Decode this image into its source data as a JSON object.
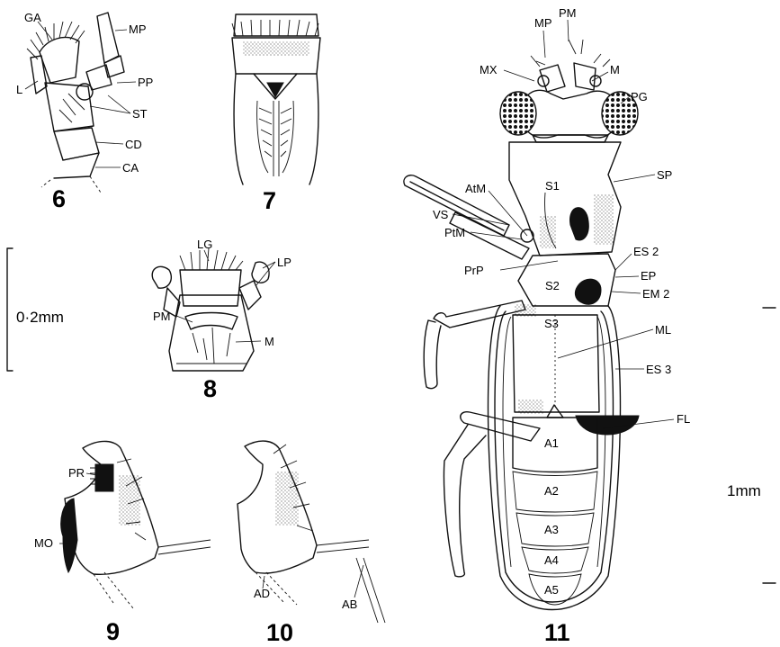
{
  "figures": [
    {
      "number": "6",
      "labels": [
        "GA",
        "MP",
        "L",
        "PP",
        "ST",
        "CD",
        "CA"
      ]
    },
    {
      "number": "7",
      "labels": []
    },
    {
      "number": "8",
      "labels": [
        "LG",
        "LP",
        "PM",
        "M"
      ]
    },
    {
      "number": "9",
      "labels": [
        "PR",
        "MO"
      ]
    },
    {
      "number": "10",
      "labels": [
        "AD",
        "AB"
      ]
    },
    {
      "number": "11",
      "labels": [
        "MP",
        "PM",
        "MX",
        "M",
        "PG",
        "AtM",
        "SP",
        "S1",
        "VS",
        "PtM",
        "PrP",
        "ES 2",
        "EP",
        "S2",
        "EM 2",
        "S3",
        "ML",
        "ES 3",
        "FL",
        "A1",
        "A2",
        "A3",
        "A4",
        "A5"
      ]
    }
  ],
  "scale_bars": [
    {
      "label": "0·2mm"
    },
    {
      "label": "1mm"
    }
  ]
}
